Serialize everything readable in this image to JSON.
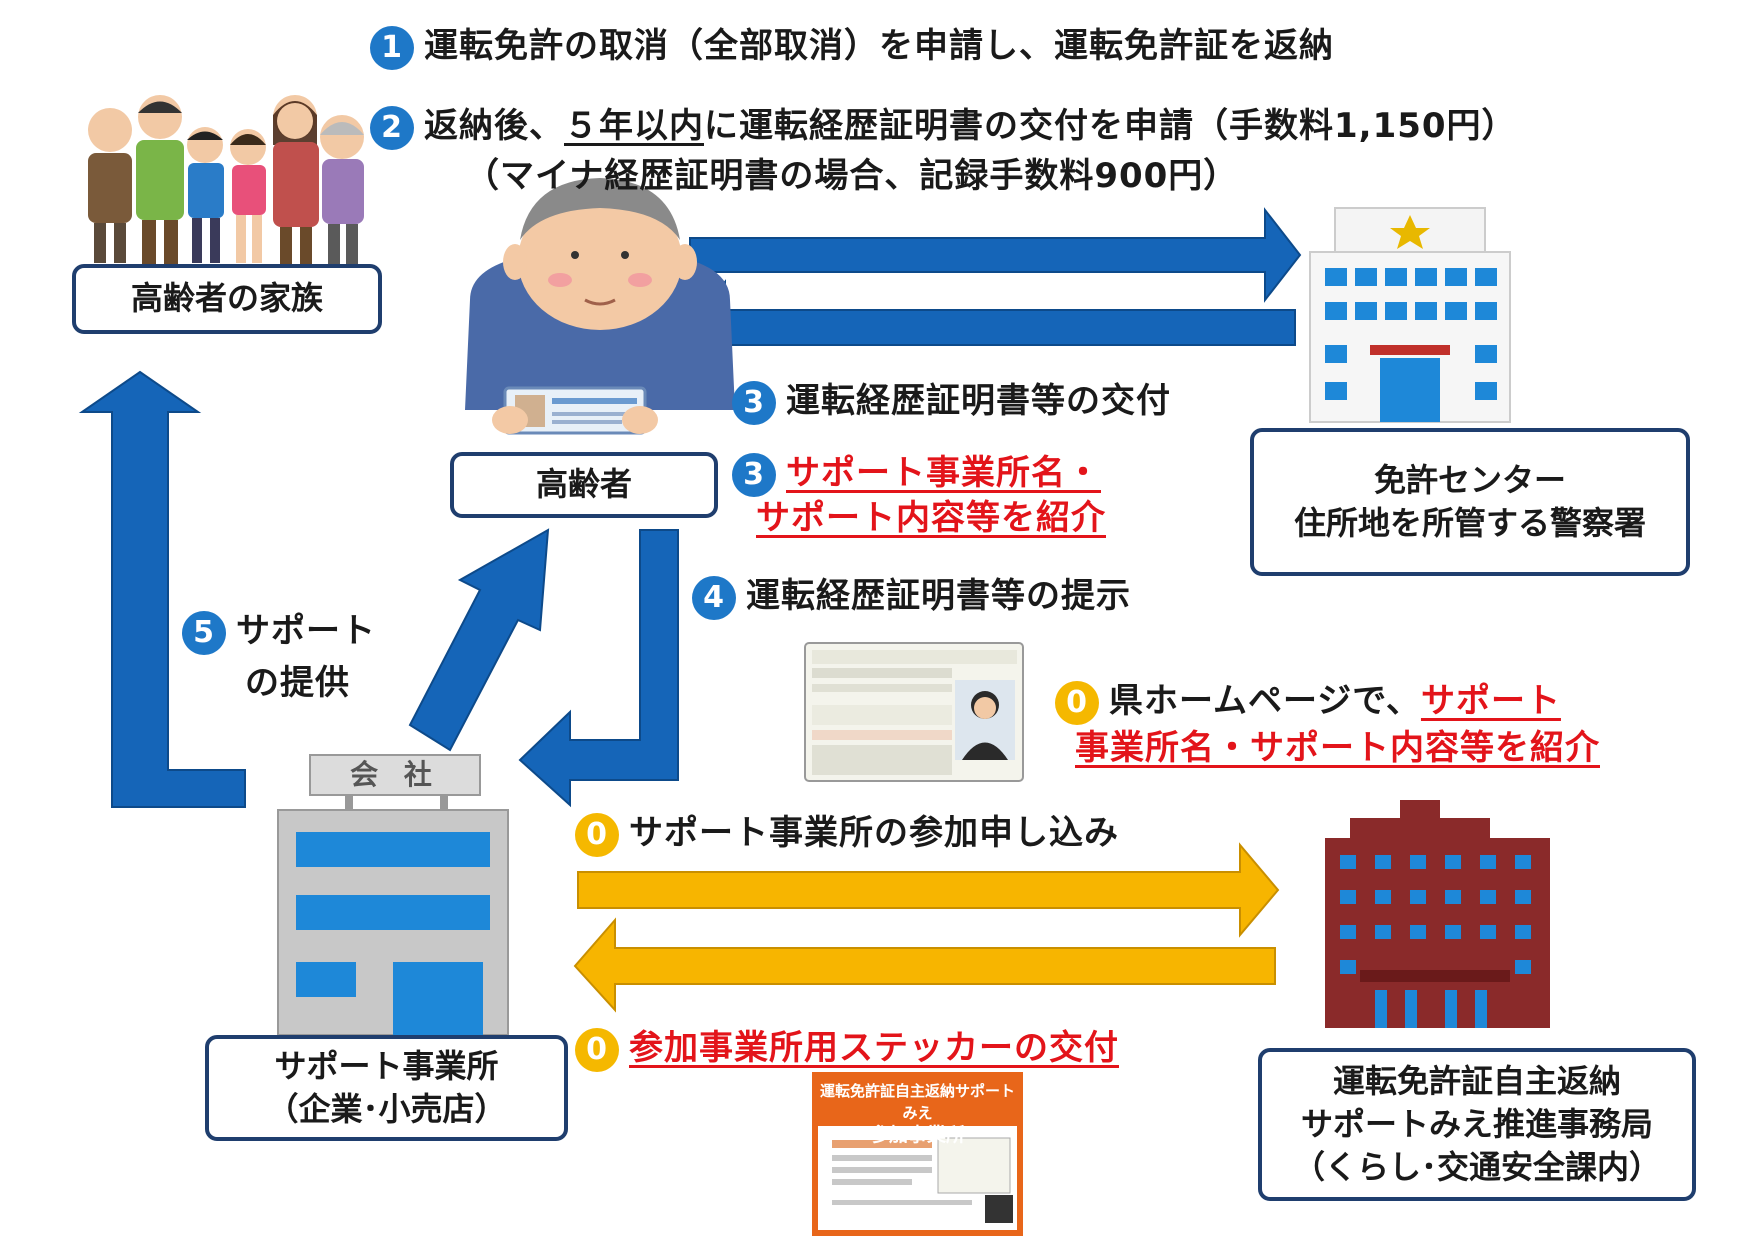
{
  "steps": {
    "s1": {
      "num": "1",
      "text": "運転免許の取消（全部取消）を申請し、運転免許証を返納"
    },
    "s2": {
      "num": "2",
      "pre": "返納後、",
      "underlined": "５年以内",
      "post": "に運転経歴証明書の交付を申請（手数料1,150円）",
      "line2": "（マイナ経歴証明書の場合、記録手数料900円）"
    },
    "s3a": {
      "num": "3",
      "text": "運転経歴証明書等の交付"
    },
    "s3b": {
      "num": "3",
      "line1": "サポート事業所名・",
      "line2": "サポート内容等を紹介"
    },
    "s4": {
      "num": "4",
      "text": "運転経歴証明書等の提示"
    },
    "s5": {
      "num": "5",
      "line1": "サポート",
      "line2": "の提供"
    },
    "s0a": {
      "num": "0",
      "pre": "県ホームページで、",
      "red1": "サポート",
      "line2": "事業所名・サポート内容等を紹介"
    },
    "s0b": {
      "num": "0",
      "text": "サポート事業所の参加申し込み"
    },
    "s0c": {
      "num": "0",
      "text": "参加事業所用ステッカーの交付"
    }
  },
  "boxes": {
    "family": "高齢者の家族",
    "elder": "高齢者",
    "center_line1": "免許センター",
    "center_line2": "住所地を所管する警察署",
    "support_line1": "サポート事業所",
    "support_line2": "（企業･小売店）",
    "office_line1": "運転免許証自主返納",
    "office_line2": "サポートみえ推進事務局",
    "office_line3": "（くらし･交通安全課内）"
  },
  "company_sign": "会 社",
  "sticker": {
    "title1": "運転免許証自主返納サポートみえ",
    "title2": "参加事業所"
  },
  "colors": {
    "blue_arrow": "#1565b8",
    "yellow_arrow": "#f7b500",
    "box_border": "#1f3e6e",
    "red_text": "#e3141a"
  }
}
